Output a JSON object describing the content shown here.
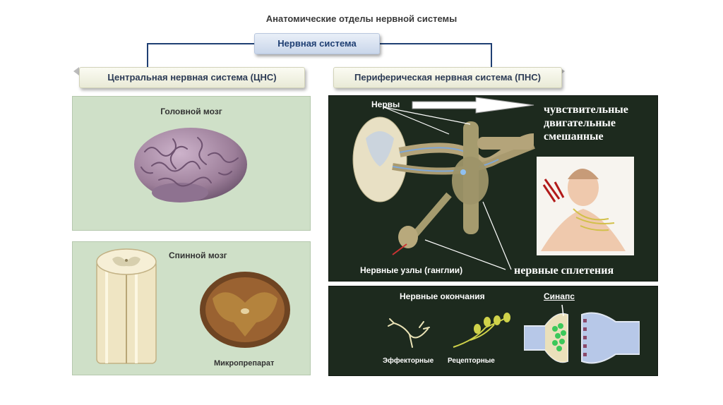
{
  "title": "Анатомические отделы нервной системы",
  "root": {
    "label": "Нервная система"
  },
  "cns": {
    "label": "Центральная нервная система (ЦНС)",
    "brain_label": "Головной мозг",
    "spinal_label": "Спинной мозг",
    "micro_label": "Микропрепарат"
  },
  "pns": {
    "label": "Периферическая нервная система (ПНС)",
    "nerves_label": "Нервы",
    "nerve_types": [
      "чувствительные",
      "двигательные",
      "смешанные"
    ],
    "ganglia_label": "Нервные узлы (ганглии)",
    "plexus_label": "нервные сплетения",
    "endings_label": "Нервные окончания",
    "synapse_label": "Синапс",
    "effector_label": "Эффекторные",
    "receptor_label": "Рецепторные"
  },
  "colors": {
    "root_text": "#1f3f73",
    "panel_green": "#cfe0c8",
    "panel_dark": "#1d2a1e",
    "brain": "#a98aa6",
    "nerve": "#b4a47a"
  }
}
